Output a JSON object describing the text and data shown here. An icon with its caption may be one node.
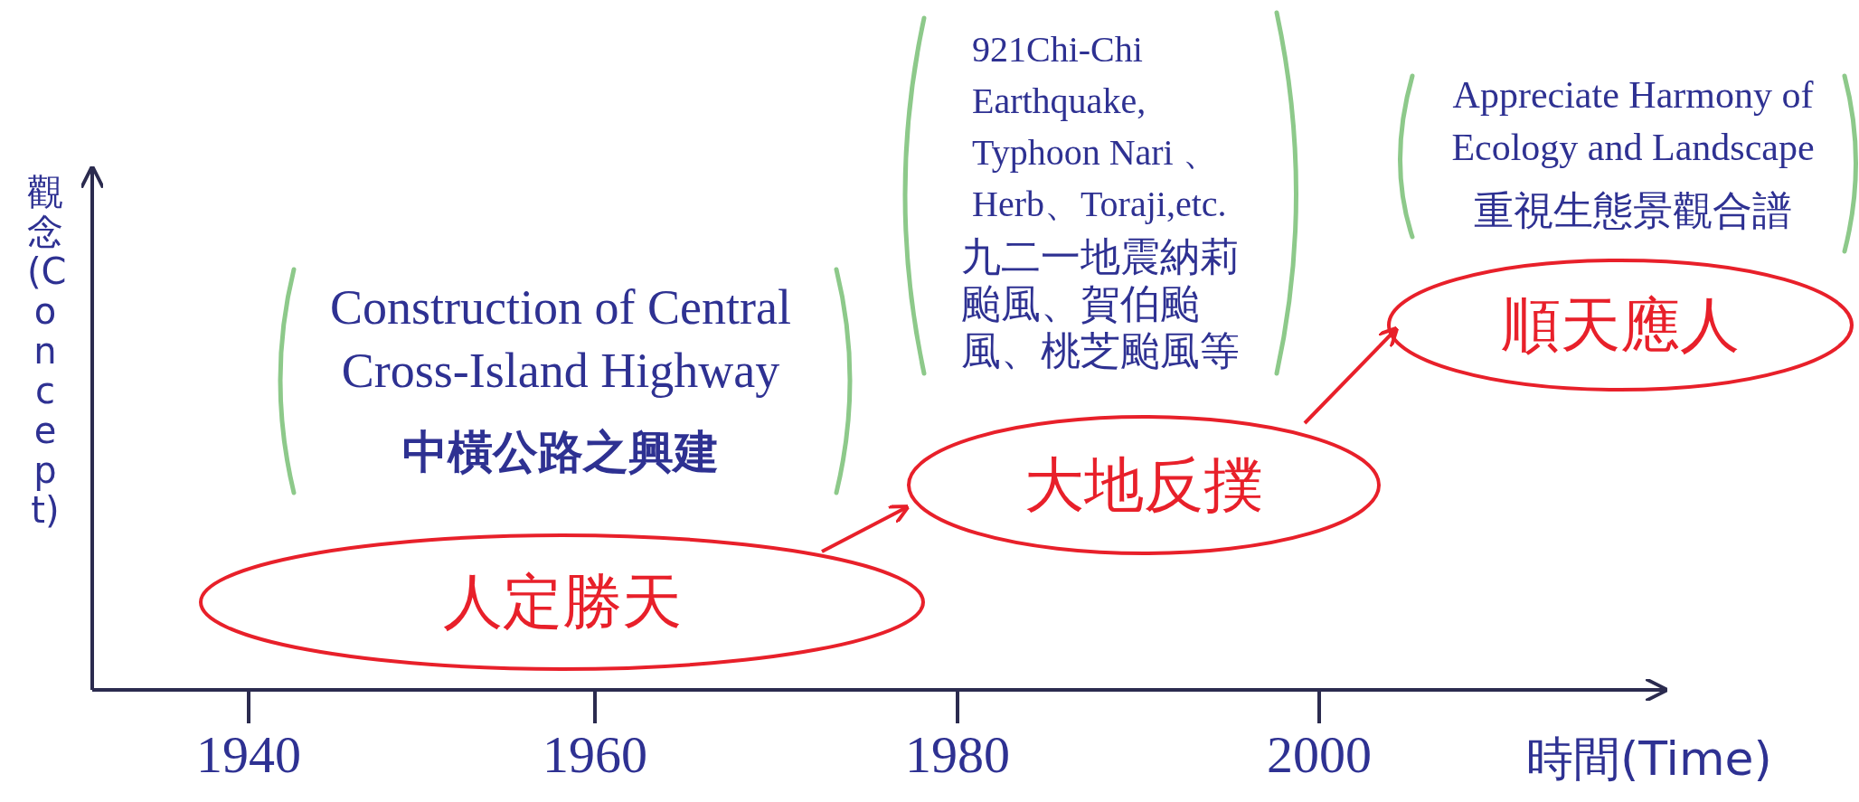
{
  "diagram": {
    "nodes": [
      {
        "text": [
          "人定勝天"
        ]
      },
      {
        "text": [
          "大地反撲"
        ]
      },
      {
        "text": [
          "順天應人"
        ]
      }
    ],
    "edges": [
      {
        "from": 0,
        "to": 1,
        "arrow": "to"
      },
      {
        "from": 1,
        "to": 2,
        "arrow": "to"
      }
    ],
    "labels": [
      "921Chi-Chi Earthquake, Typhoon Nari 、 Herb、Toraji,etc.",
      "九二一地震納莉颱風、賀伯颱風、桃芝颱風等",
      "Appreciate Harmony of Ecology and Landscape",
      "重視生態景觀合譜",
      "觀念(Concept)",
      "Construction of Central Cross-Island Highway",
      "中橫公路之興建",
      "1940",
      "1960",
      "1980",
      "2000",
      "時間(Time)"
    ]
  }
}
